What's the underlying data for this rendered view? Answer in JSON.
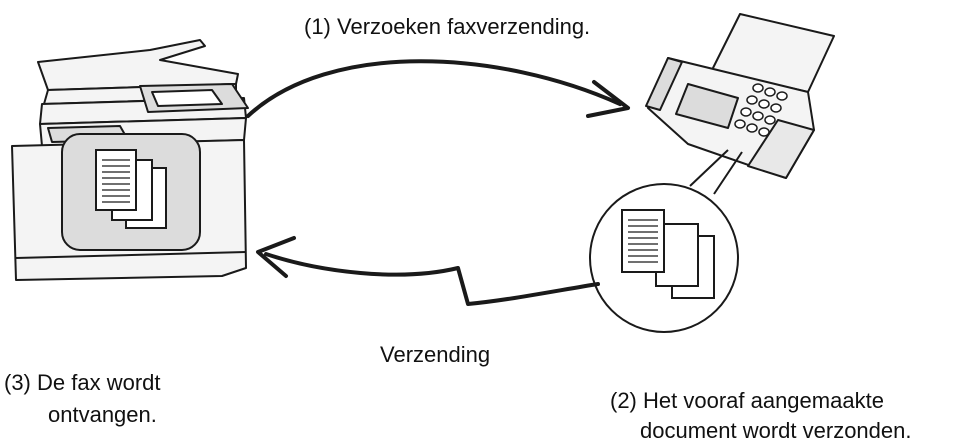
{
  "labels": {
    "step1": "(1) Verzoeken faxverzending.",
    "transmission": "Verzending",
    "step2_line1": "(2) Het vooraf aangemaakte",
    "step2_line2": "document wordt verzonden.",
    "step3_line1": "(3) De fax wordt",
    "step3_line2": "ontvangen."
  },
  "colors": {
    "stroke": "#1a1a1a",
    "device_fill": "#f4f4f4",
    "panel_fill": "#dcdcdc",
    "paper_fill": "#ffffff"
  }
}
